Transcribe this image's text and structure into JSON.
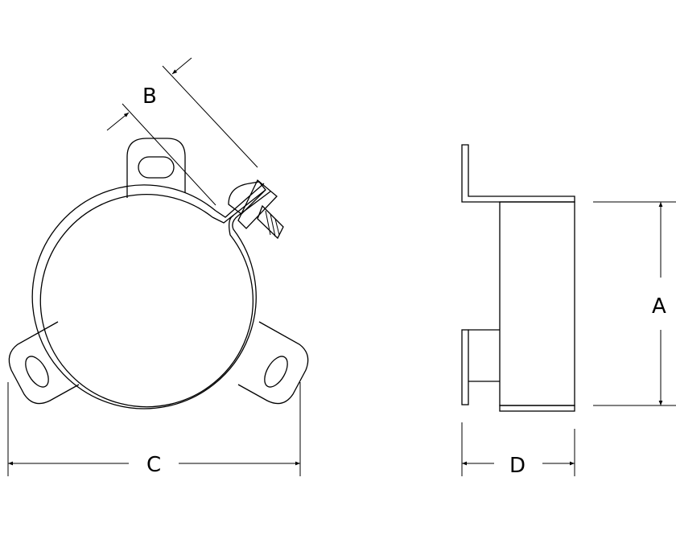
{
  "drawing": {
    "dimension_labels": {
      "a": "A",
      "b": "B",
      "c": "C",
      "d": "D"
    },
    "line_color": "#000000",
    "background": "#ffffff"
  }
}
